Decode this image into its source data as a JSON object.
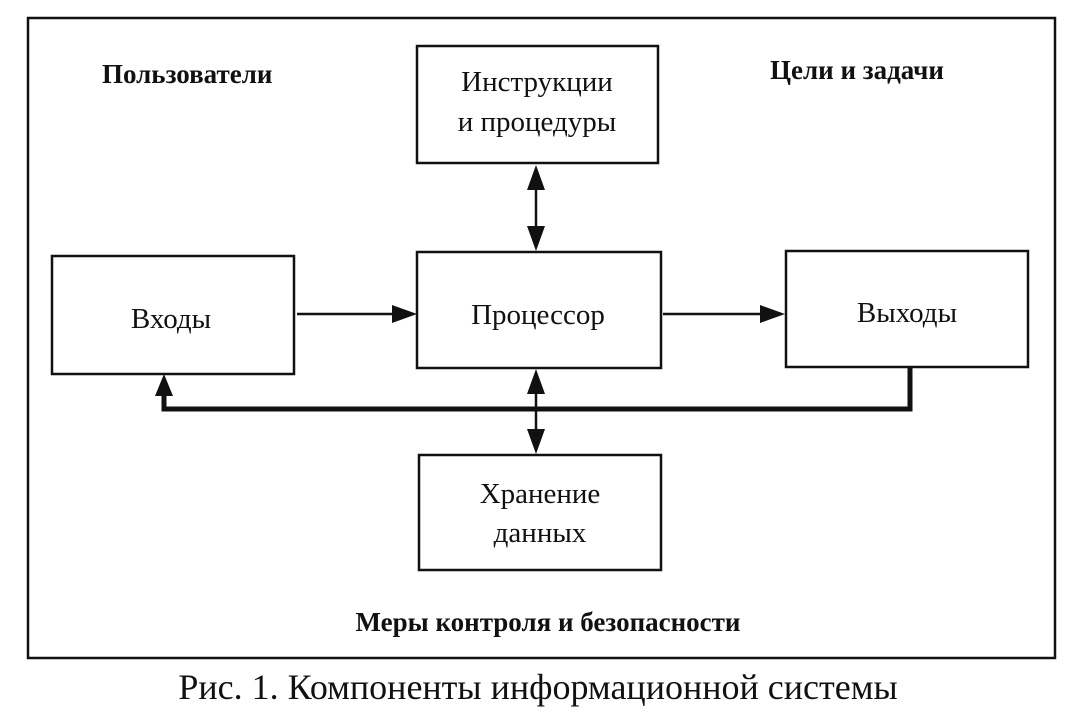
{
  "corner_labels": {
    "users": "Пользователи",
    "goals": "Цели и задачи",
    "controls": "Меры контроля и безопасности"
  },
  "boxes": {
    "instructions": [
      "Инструкции",
      "и процедуры"
    ],
    "inputs": "Входы",
    "processor": "Процессор",
    "outputs": "Выходы",
    "storage": [
      "Хранение",
      "данных"
    ]
  },
  "caption": "Рис. 1. Компоненты информационной системы",
  "colors": {
    "ink": "#111111",
    "background": "#ffffff"
  }
}
